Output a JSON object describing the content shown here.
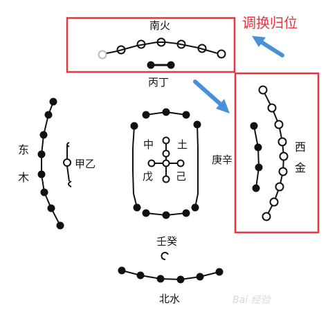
{
  "labels": {
    "south": "南火",
    "south_stems": "丙丁",
    "east_a": "东",
    "east_b": "木",
    "east_stems": "甲乙",
    "center_a": "中",
    "center_b": "土",
    "center_c": "戊",
    "center_d": "己",
    "west_stems": "庚辛",
    "west_a": "西",
    "west_b": "金",
    "north_stems": "壬癸",
    "north": "北水"
  },
  "annotation": {
    "text": "调换归位",
    "color": "#e8343c",
    "arrow_color": "#4a90d9"
  },
  "watermark": "Bai 经验",
  "colors": {
    "highlight_box": "#e8343c",
    "ink": "#111111"
  }
}
